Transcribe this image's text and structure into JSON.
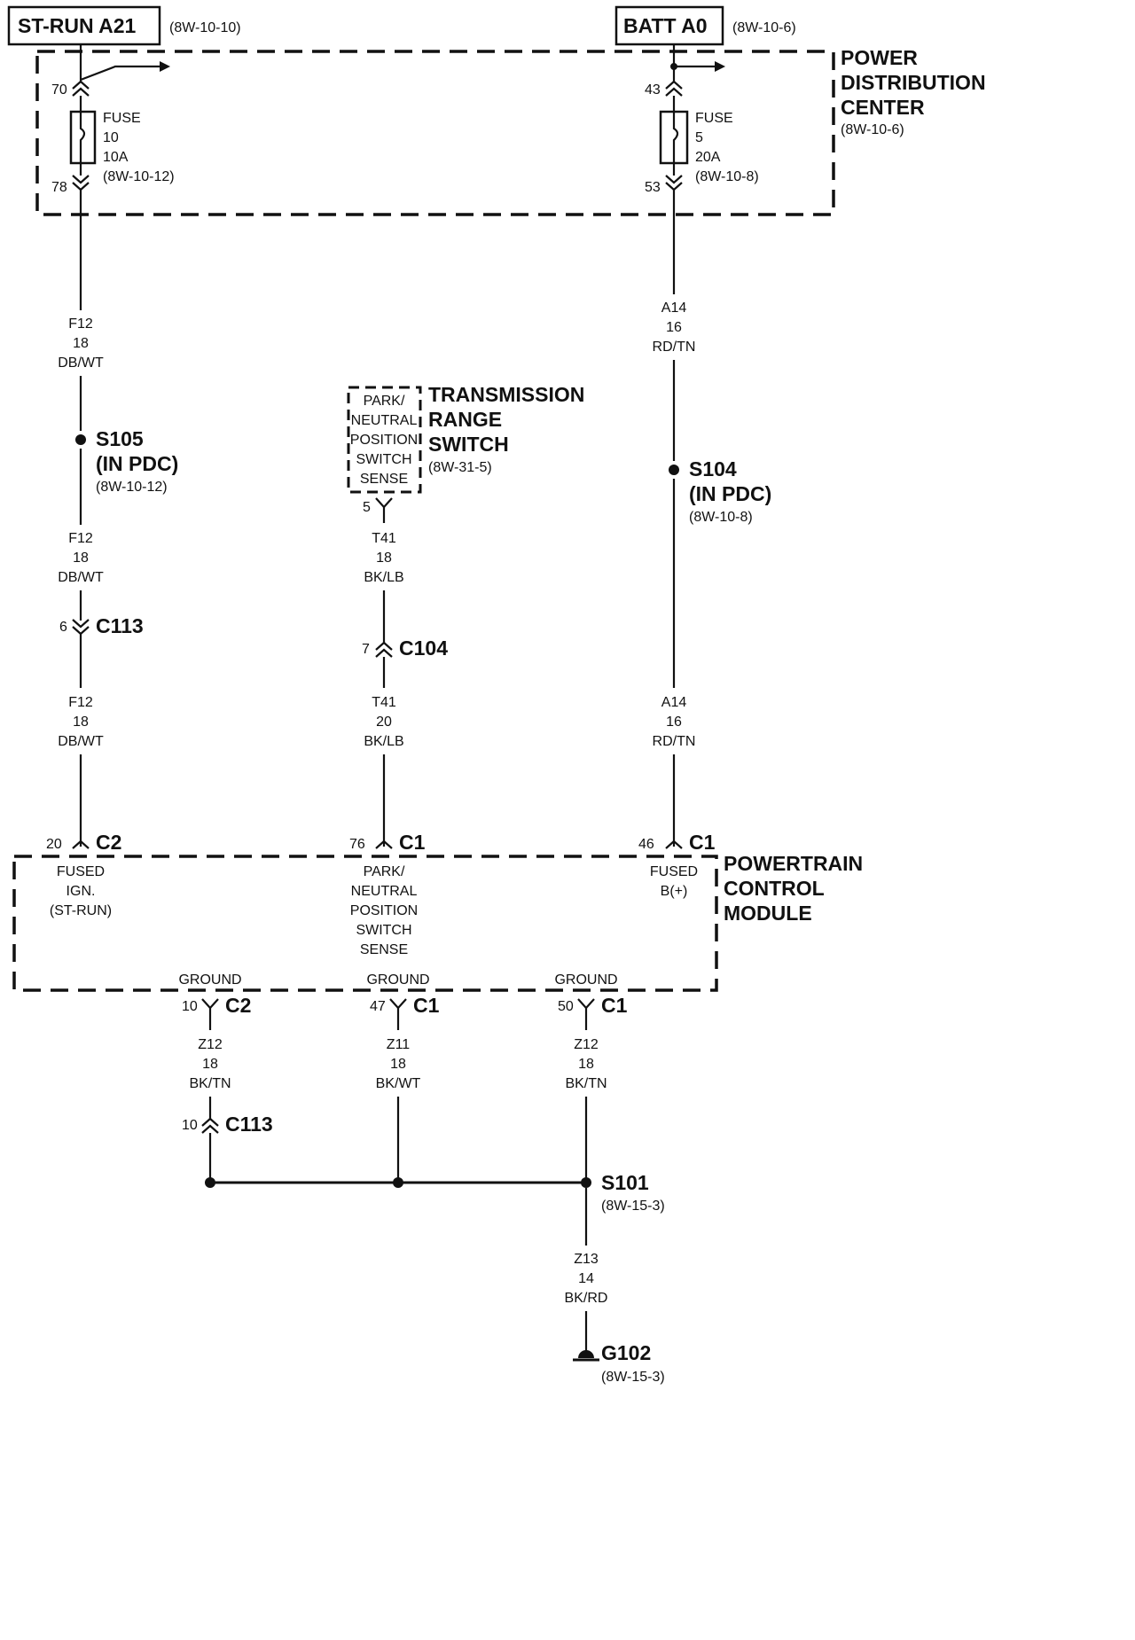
{
  "sources": {
    "st_run": {
      "label": "ST-RUN A21",
      "ref": "(8W-10-10)"
    },
    "batt": {
      "label": "BATT A0",
      "ref": "(8W-10-6)"
    }
  },
  "pdc": {
    "title": [
      "POWER",
      "DISTRIBUTION",
      "CENTER"
    ],
    "ref": "(8W-10-6)",
    "fuse10": {
      "pin_in": "70",
      "pin_out": "78",
      "lines": [
        "FUSE",
        "10",
        "10A",
        "(8W-10-12)"
      ]
    },
    "fuse5": {
      "pin_in": "43",
      "pin_out": "53",
      "lines": [
        "FUSE",
        "5",
        "20A",
        "(8W-10-8)"
      ]
    }
  },
  "wires": {
    "f12_a": [
      "F12",
      "18",
      "DB/WT"
    ],
    "f12_b": [
      "F12",
      "18",
      "DB/WT"
    ],
    "f12_c": [
      "F12",
      "18",
      "DB/WT"
    ],
    "a14_a": [
      "A14",
      "16",
      "RD/TN"
    ],
    "a14_b": [
      "A14",
      "16",
      "RD/TN"
    ],
    "t41_a": [
      "T41",
      "18",
      "BK/LB"
    ],
    "t41_b": [
      "T41",
      "20",
      "BK/LB"
    ],
    "z12_a": [
      "Z12",
      "18",
      "BK/TN"
    ],
    "z11": [
      "Z11",
      "18",
      "BK/WT"
    ],
    "z12_b": [
      "Z12",
      "18",
      "BK/TN"
    ],
    "z13": [
      "Z13",
      "14",
      "BK/RD"
    ]
  },
  "splices": {
    "s105": {
      "name": "S105",
      "sub": "(IN PDC)",
      "ref": "(8W-10-12)"
    },
    "s104": {
      "name": "S104",
      "sub": "(IN PDC)",
      "ref": "(8W-10-8)"
    },
    "s101": {
      "name": "S101",
      "ref": "(8W-15-3)"
    }
  },
  "connectors": {
    "c113_top": {
      "pin": "6",
      "name": "C113"
    },
    "c104": {
      "pin": "7",
      "name": "C104"
    },
    "c113_bottom": {
      "pin": "10",
      "name": "C113"
    }
  },
  "trs": {
    "title": [
      "TRANSMISSION",
      "RANGE",
      "SWITCH"
    ],
    "ref": "(8W-31-5)",
    "lines": [
      "PARK/",
      "NEUTRAL",
      "POSITION",
      "SWITCH",
      "SENSE"
    ],
    "pin": "5"
  },
  "pcm": {
    "title": [
      "POWERTRAIN",
      "CONTROL",
      "MODULE"
    ],
    "in_fused_ign": {
      "pin": "20",
      "conn": "C2",
      "lines": [
        "FUSED",
        "IGN.",
        "(ST-RUN)"
      ]
    },
    "in_pnp": {
      "pin": "76",
      "conn": "C1",
      "lines": [
        "PARK/",
        "NEUTRAL",
        "POSITION",
        "SWITCH",
        "SENSE"
      ]
    },
    "in_fused_b": {
      "pin": "46",
      "conn": "C1",
      "lines": [
        "FUSED",
        "B(+)"
      ]
    },
    "gnd1": {
      "label": "GROUND",
      "pin": "10",
      "conn": "C2"
    },
    "gnd2": {
      "label": "GROUND",
      "pin": "47",
      "conn": "C1"
    },
    "gnd3": {
      "label": "GROUND",
      "pin": "50",
      "conn": "C1"
    }
  },
  "ground": {
    "name": "G102",
    "ref": "(8W-15-3)"
  }
}
